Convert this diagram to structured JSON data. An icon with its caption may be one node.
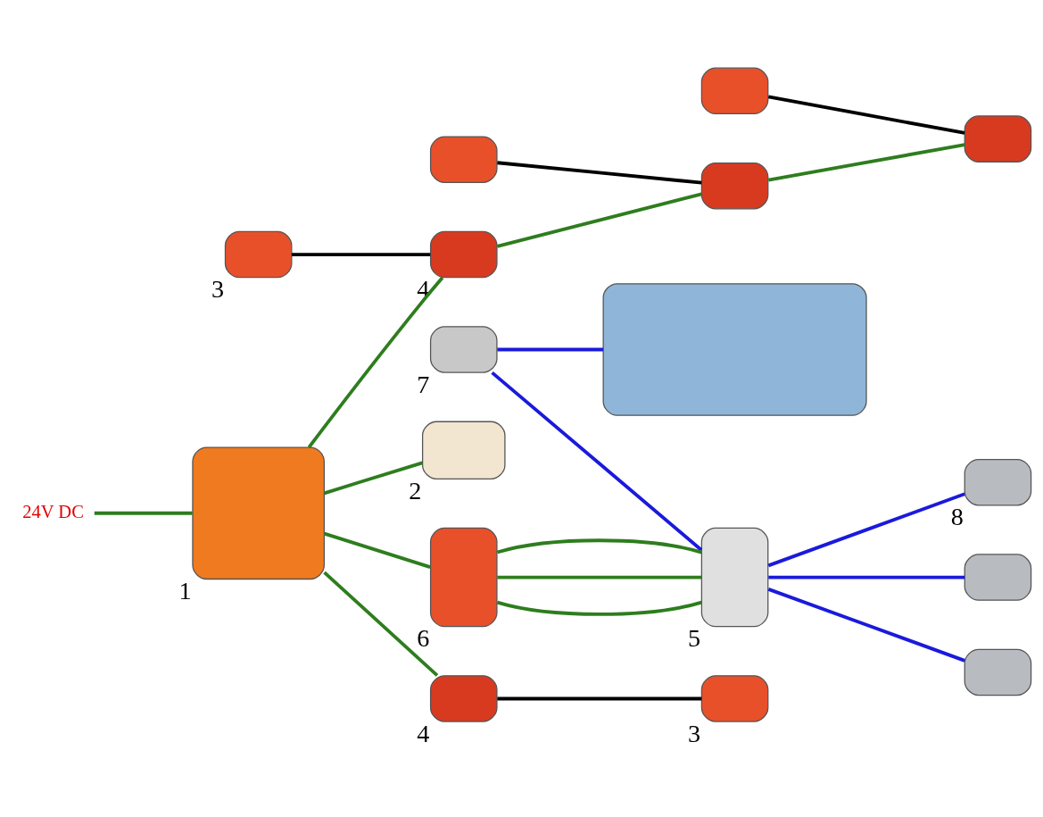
{
  "diagram": {
    "nodes": [
      {
        "text": [],
        "shape": "box",
        "beside": [
          "1"
        ]
      },
      {
        "text": [],
        "shape": "box",
        "beside": [
          "2"
        ]
      },
      {
        "text": [],
        "shape": "box",
        "beside": [
          "3"
        ]
      },
      {
        "text": [],
        "shape": "box"
      },
      {
        "text": [],
        "shape": "box"
      },
      {
        "text": [],
        "shape": "box",
        "beside": [
          "4"
        ]
      },
      {
        "text": [],
        "shape": "box"
      },
      {
        "text": [],
        "shape": "box"
      },
      {
        "text": [],
        "shape": "box"
      },
      {
        "text": [],
        "shape": "box",
        "beside": [
          "7"
        ]
      },
      {
        "text": [],
        "shape": "box",
        "beside": [
          "5"
        ]
      },
      {
        "text": [],
        "shape": "box",
        "beside": [
          "8"
        ]
      },
      {
        "text": [],
        "shape": "box"
      },
      {
        "text": [],
        "shape": "box"
      },
      {
        "text": [],
        "shape": "box",
        "beside": [
          "6"
        ]
      },
      {
        "text": [],
        "shape": "box",
        "beside": [
          "4"
        ]
      },
      {
        "text": [],
        "shape": "box",
        "beside": [
          "3"
        ]
      },
      {
        "text": [
          "24V DC"
        ]
      }
    ],
    "edges": [
      {
        "from": 0,
        "to": 1,
        "arrow": "none"
      },
      {
        "from": 0,
        "to": 5,
        "arrow": "none"
      },
      {
        "from": 5,
        "to": 6,
        "arrow": "none"
      },
      {
        "from": 6,
        "to": 7,
        "arrow": "none"
      },
      {
        "from": 2,
        "to": 5,
        "arrow": "none",
        "color": "#000000"
      },
      {
        "from": 3,
        "to": 6,
        "arrow": "none",
        "color": "#000000"
      },
      {
        "from": 4,
        "to": 7,
        "arrow": "none",
        "color": "#000000"
      },
      {
        "from": 17,
        "to": 0,
        "arrow": "none"
      },
      {
        "from": 0,
        "to": 14,
        "arrow": "none"
      },
      {
        "from": 14,
        "to": 10,
        "arrow": "none"
      },
      {
        "from": 14,
        "to": 10,
        "arrow": "none"
      },
      {
        "from": 14,
        "to": 10,
        "arrow": "none"
      },
      {
        "from": 0,
        "to": 15,
        "arrow": "none"
      },
      {
        "from": 15,
        "to": 16,
        "arrow": "none",
        "color": "#000000"
      },
      {
        "from": 9,
        "to": 8,
        "arrow": "none",
        "color": "#1a1adc"
      },
      {
        "from": 9,
        "to": 10,
        "arrow": "none",
        "color": "#1a1adc"
      },
      {
        "from": 10,
        "to": 11,
        "arrow": "none",
        "color": "#1a1adc"
      },
      {
        "from": 10,
        "to": 12,
        "arrow": "none",
        "color": "#1a1adc"
      },
      {
        "from": 10,
        "to": 13,
        "arrow": "none",
        "color": "#1a1adc"
      }
    ]
  }
}
